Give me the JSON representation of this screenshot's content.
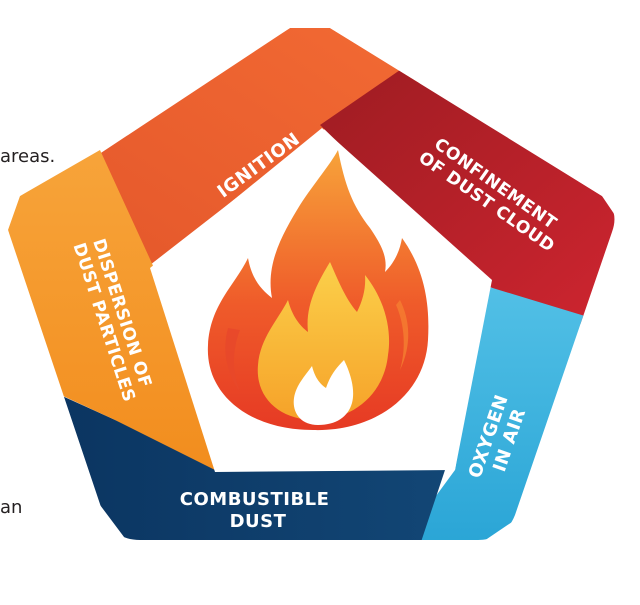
{
  "background_text": {
    "fragment_1": "areas.",
    "fragment_2": "an"
  },
  "pentagon": {
    "segments": [
      {
        "name": "ignition",
        "lines": [
          "IGNITION"
        ],
        "color": "#ef5b2d"
      },
      {
        "name": "confinement",
        "lines": [
          "CONFINEMENT",
          "OF DUST CLOUD"
        ],
        "color": "#c1232f"
      },
      {
        "name": "oxygen",
        "lines": [
          "OXYGEN",
          "IN AIR"
        ],
        "color": "#3fb7df"
      },
      {
        "name": "combustible-dust",
        "lines": [
          "COMBUSTIBLE",
          "DUST"
        ],
        "color": "#0e3b6a"
      },
      {
        "name": "dispersion",
        "lines": [
          "DISPERSION OF",
          "DUST PARTICLES"
        ],
        "color": "#f49321"
      }
    ],
    "center_icon": "flame-icon"
  }
}
